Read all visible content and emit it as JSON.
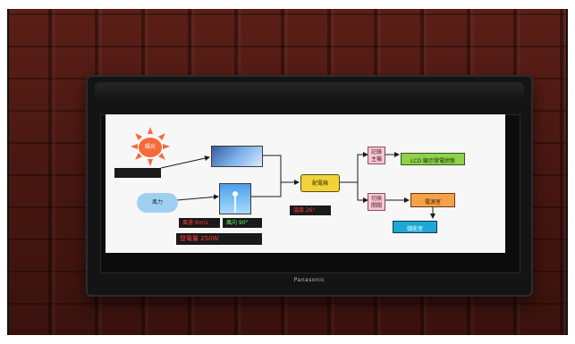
{
  "photo": {
    "screen": {
      "title": "",
      "sun_label": "陽光",
      "wind_label": "風力",
      "solar_power_tag": "",
      "wind_speed_tag": "風速 6m/s",
      "wind_direction_tag": "風向 90°",
      "wind_power_tag": "發電量 250W",
      "controller_label": "配電箱",
      "temperature_tag": "溫度 26°",
      "record_box_label": "記錄\n主機",
      "switch_box_label": "切換\n開關",
      "lcd_label": "LCD 顯示發電狀態",
      "room_label": "電源室",
      "energy_label": "儲能室"
    },
    "brand": "Panasonic"
  }
}
